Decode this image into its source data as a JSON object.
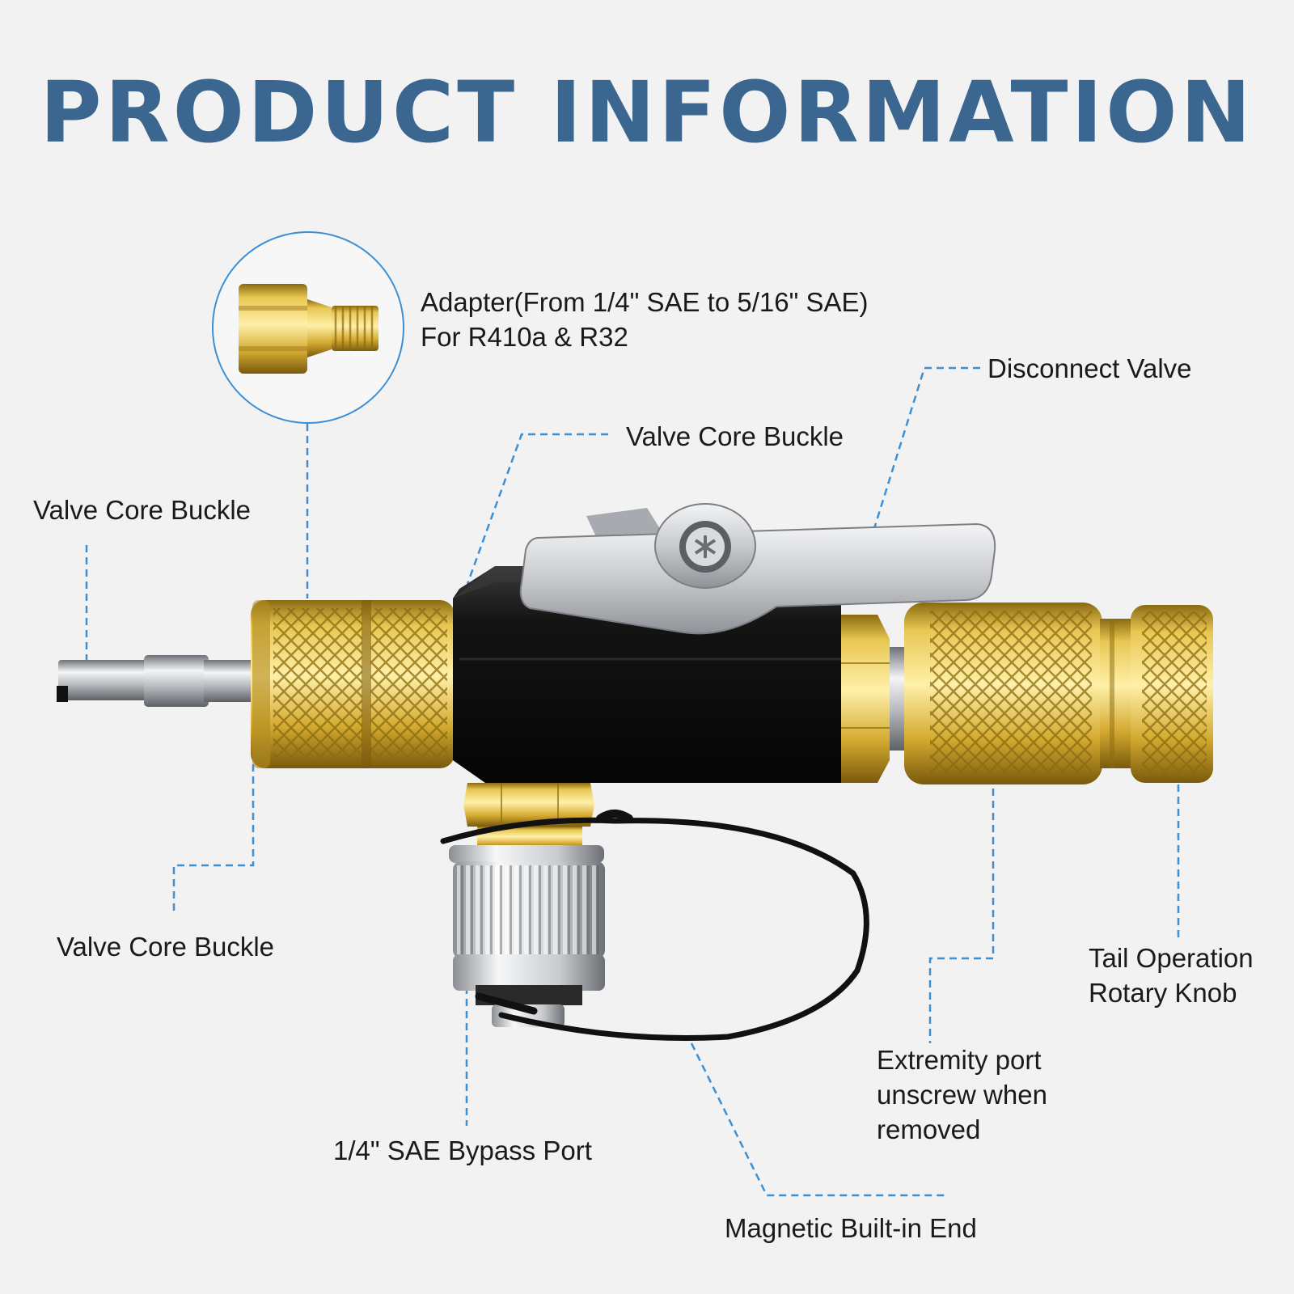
{
  "title": "PRODUCT INFORMATION",
  "labels": {
    "adapter_line1": "Adapter(From 1/4\" SAE to 5/16\" SAE)",
    "adapter_line2": "For R410a & R32",
    "disconnect_valve": "Disconnect Valve",
    "valve_core_buckle_top": "Valve Core Buckle",
    "valve_core_buckle_left": "Valve Core Buckle",
    "valve_core_buckle_bottom": "Valve Core Buckle",
    "tail_line1": "Tail Operation",
    "tail_line2": "Rotary Knob",
    "extremity_line1": "Extremity port",
    "extremity_line2": "unscrew when",
    "extremity_line3": "removed",
    "bypass_port": "1/4\" SAE Bypass Port",
    "magnetic_end": "Magnetic Built-in End"
  },
  "colors": {
    "title": "#3b6690",
    "leader_line": "#3a8fd6",
    "brass": "#d9b23a",
    "body_black": "#151515",
    "steel": "#c4c6ca",
    "background": "#f2f2f2"
  }
}
